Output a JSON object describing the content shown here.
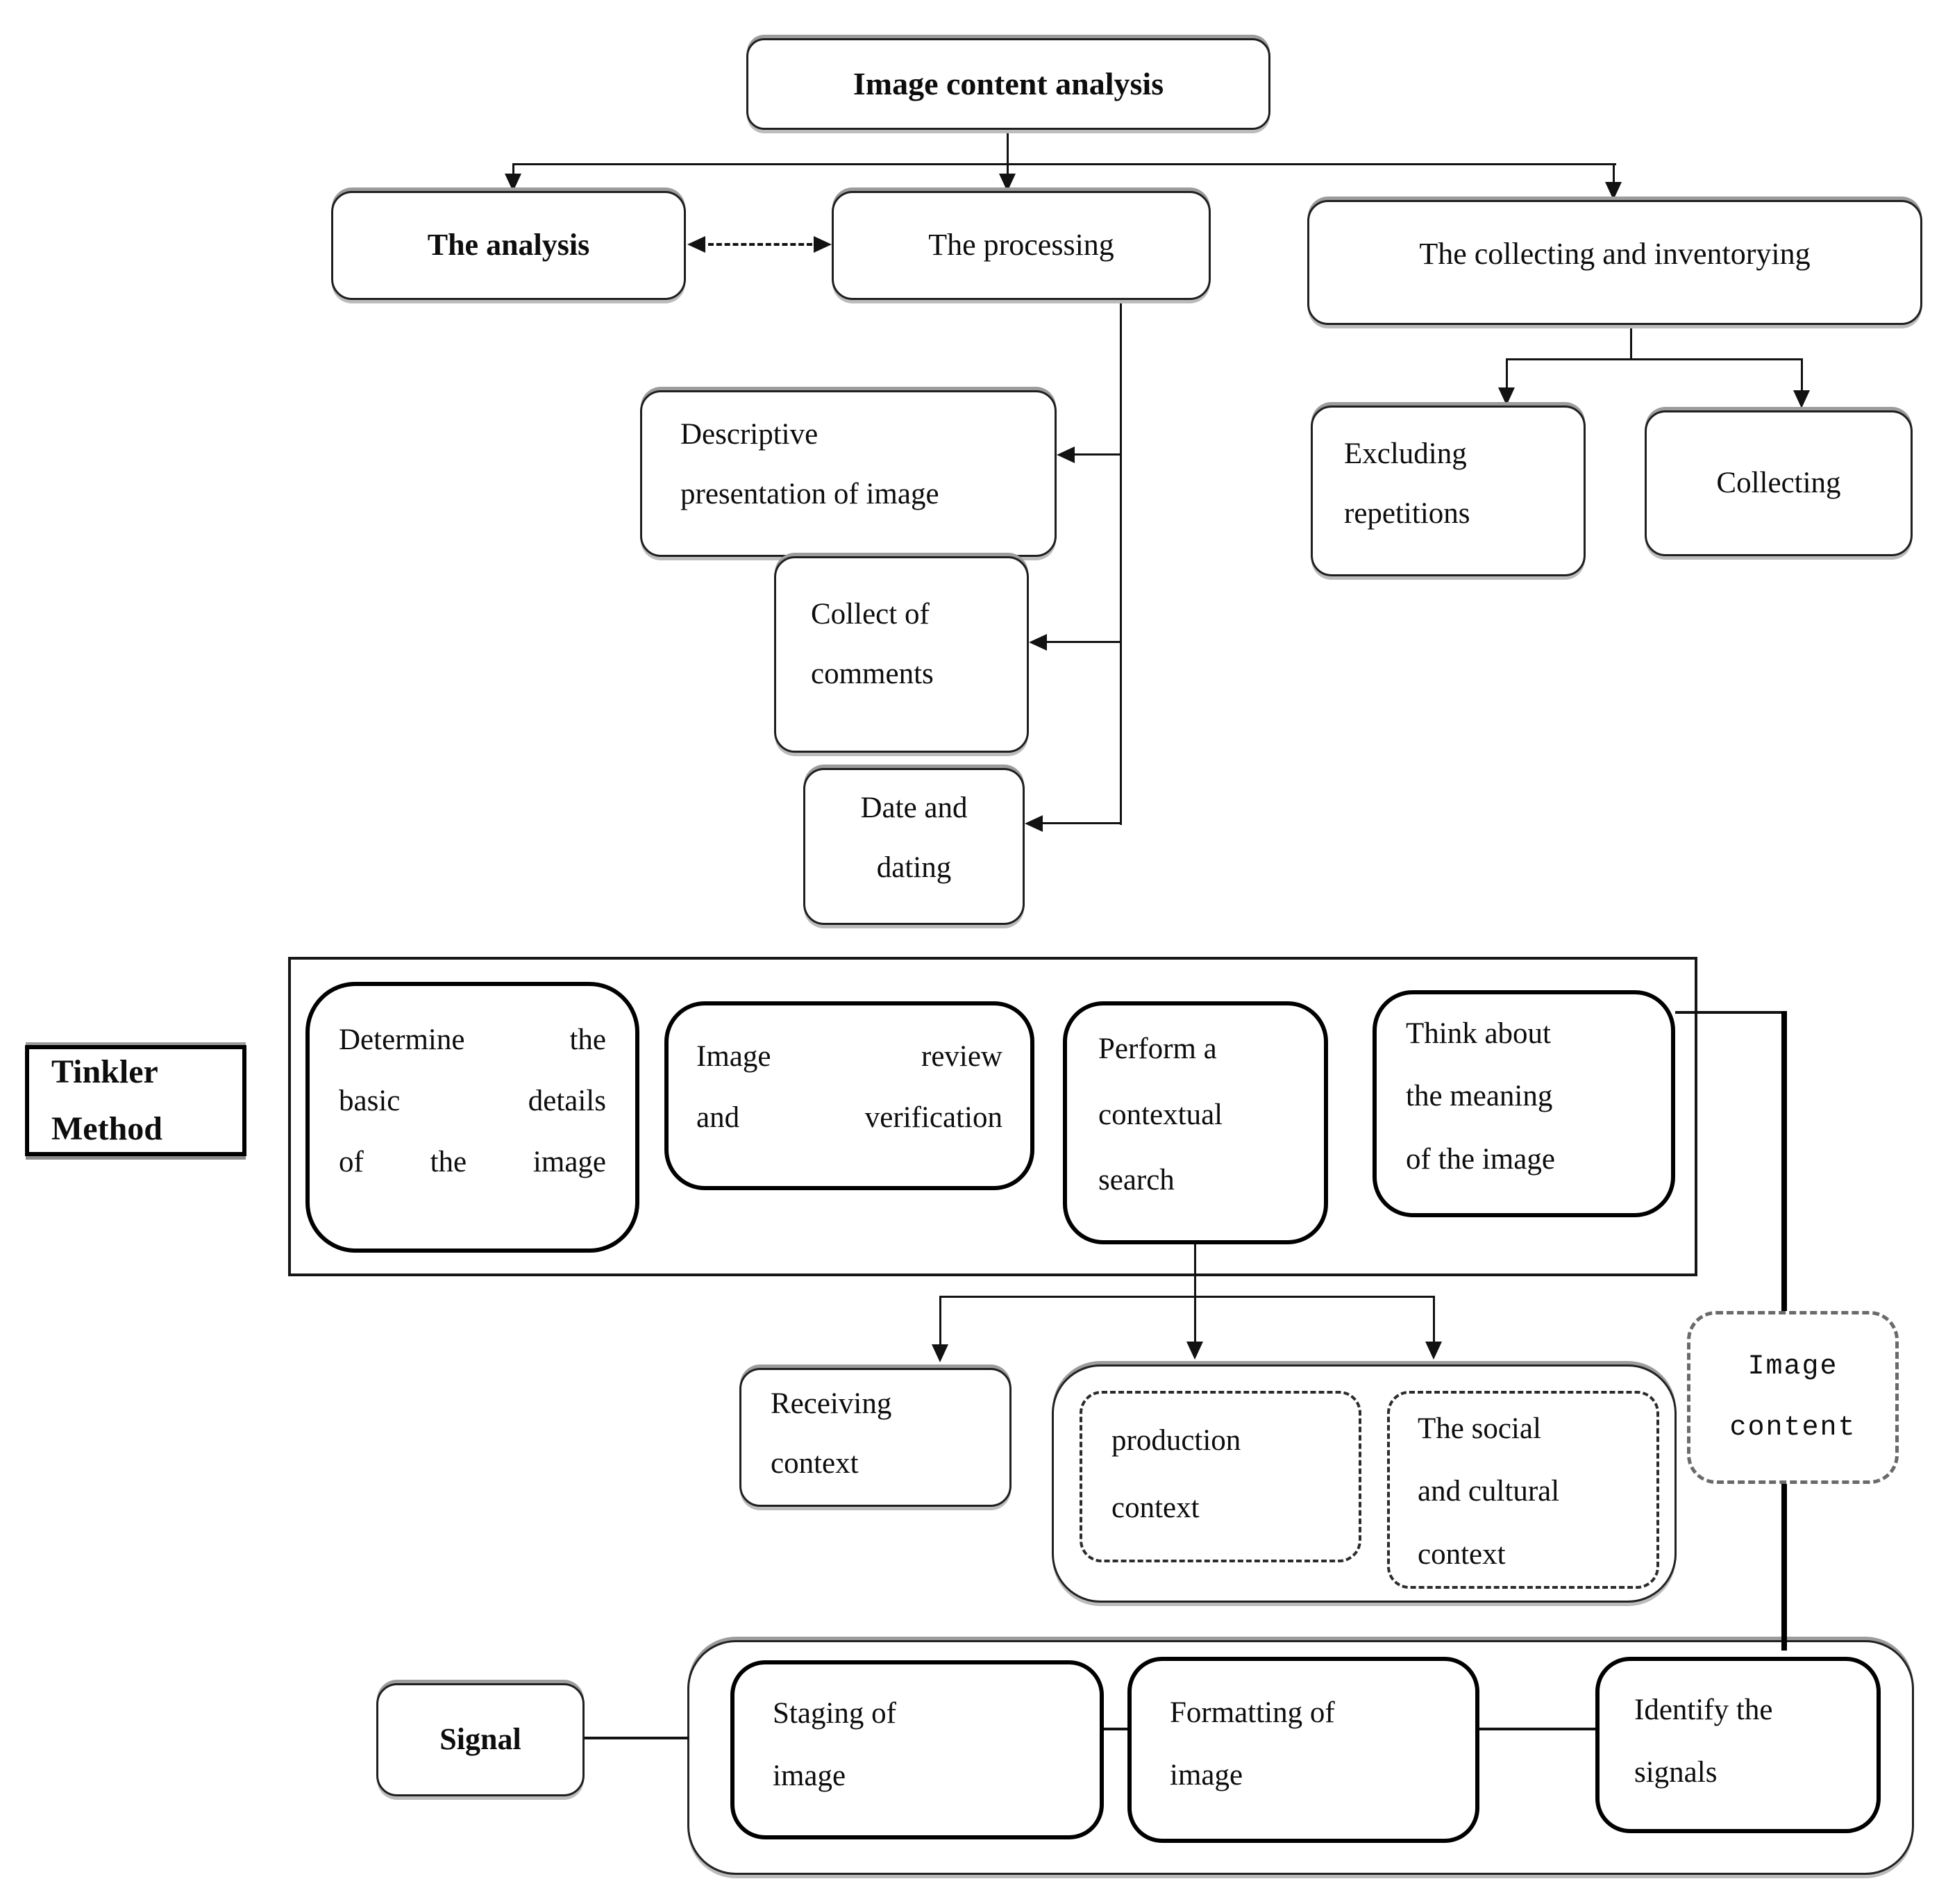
{
  "diagram": {
    "title": "Image content analysis",
    "colors": {
      "background": "#ffffff",
      "line": "#121212",
      "border": "#1f1f1f",
      "thick_border": "#000000",
      "shadow_gray": "#9c9c9c",
      "dashed_gray": "#6a6a6a",
      "text": "#0d0d0d"
    },
    "nodes": {
      "image_content_analysis": {
        "label": "Image content analysis"
      },
      "the_analysis": {
        "label": "The analysis"
      },
      "the_processing": {
        "label": "The processing"
      },
      "collecting_inventorying": {
        "label": "The collecting and inventorying"
      },
      "descriptive_presentation": {
        "label": "Descriptive\npresentation of image"
      },
      "collect_of_comments": {
        "label": "Collect of\ncomments"
      },
      "date_and_dating": {
        "label": "Date and\ndating"
      },
      "excluding_repetitions": {
        "label": "Excluding\nrepetitions"
      },
      "collecting": {
        "label": "Collecting"
      },
      "tinkler_method": {
        "label": "Tinkler\nMethod"
      },
      "determine_basic_details": {
        "label": "Determine the\nbasic details\nof the image"
      },
      "image_review_verification": {
        "label": "Image review\nand verification"
      },
      "perform_contextual_search": {
        "label": "Perform a\ncontextual\nsearch"
      },
      "think_about_meaning": {
        "label": "Think about\nthe meaning\nof the image"
      },
      "receiving_context": {
        "label": "Receiving\ncontext"
      },
      "production_context": {
        "label": "production\ncontext"
      },
      "social_cultural_context": {
        "label": "The social\nand cultural\ncontext"
      },
      "image_content": {
        "label": "Image\ncontent"
      },
      "signal": {
        "label": "Signal"
      },
      "staging_of_image": {
        "label": "Staging of\nimage"
      },
      "formatting_of_image": {
        "label": "Formatting of\nimage"
      },
      "identify_signals": {
        "label": "Identify the\nsignals"
      }
    },
    "edges": [
      {
        "from": "image_content_analysis",
        "to": "the_analysis",
        "style": "arrow"
      },
      {
        "from": "image_content_analysis",
        "to": "the_processing",
        "style": "arrow"
      },
      {
        "from": "image_content_analysis",
        "to": "collecting_inventorying",
        "style": "arrow"
      },
      {
        "from": "the_analysis",
        "to": "the_processing",
        "style": "dashed-double-arrow"
      },
      {
        "from": "the_processing",
        "to": "descriptive_presentation",
        "style": "arrow"
      },
      {
        "from": "the_processing",
        "to": "collect_of_comments",
        "style": "arrow"
      },
      {
        "from": "the_processing",
        "to": "date_and_dating",
        "style": "arrow"
      },
      {
        "from": "collecting_inventorying",
        "to": "excluding_repetitions",
        "style": "arrow"
      },
      {
        "from": "collecting_inventorying",
        "to": "collecting",
        "style": "arrow"
      },
      {
        "from": "perform_contextual_search",
        "to": "receiving_context",
        "style": "arrow"
      },
      {
        "from": "perform_contextual_search",
        "to": "production_context",
        "style": "arrow"
      },
      {
        "from": "perform_contextual_search",
        "to": "social_cultural_context",
        "style": "arrow"
      },
      {
        "from": "think_about_meaning",
        "to": "image_content",
        "style": "line"
      },
      {
        "from": "image_content",
        "to": "signal_group",
        "style": "line"
      },
      {
        "from": "signal",
        "to": "staging_of_image",
        "style": "line"
      },
      {
        "from": "staging_of_image",
        "to": "formatting_of_image",
        "style": "line"
      },
      {
        "from": "formatting_of_image",
        "to": "identify_signals",
        "style": "line"
      }
    ]
  }
}
